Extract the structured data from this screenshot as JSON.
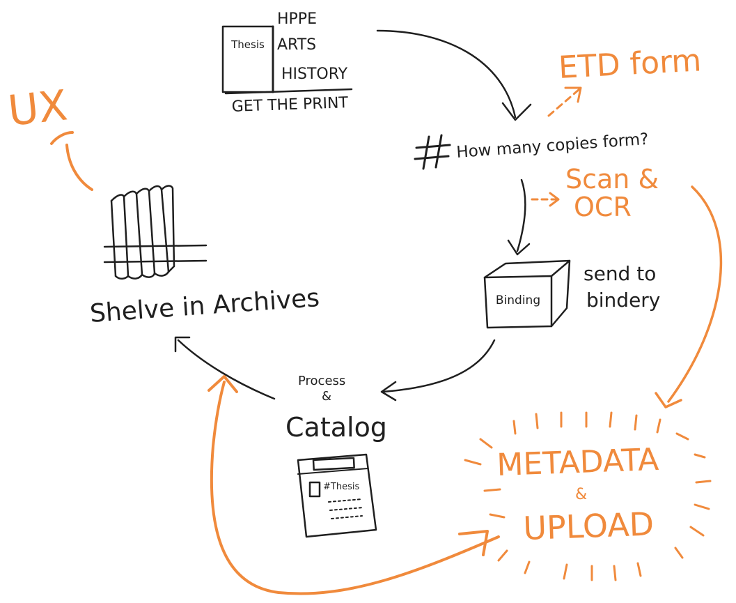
{
  "colors": {
    "ink": "#1f1f1f",
    "accent": "#f08a3c"
  },
  "thesis_stack": {
    "book_label": "Thesis",
    "topics": [
      "HPPE",
      "ARTS",
      "HISTORY"
    ],
    "caption": "GET THE PRINT"
  },
  "copies_step": {
    "hash": "#",
    "label": "How many copies form?"
  },
  "etd_form": "ETD form",
  "scan_ocr": {
    "line1": "Scan &",
    "line2": "OCR"
  },
  "binding": {
    "box_label": "Binding",
    "note_line1": "send to",
    "note_line2": "bindery"
  },
  "process_catalog": {
    "line1": "Process",
    "amp": "&",
    "line2": "Catalog",
    "record_label": "#Thesis"
  },
  "shelve": {
    "label": "Shelve in Archives"
  },
  "ux": "UX",
  "metadata_upload": {
    "line1": "METADATA",
    "amp": "&",
    "line2": "UPLOAD"
  }
}
